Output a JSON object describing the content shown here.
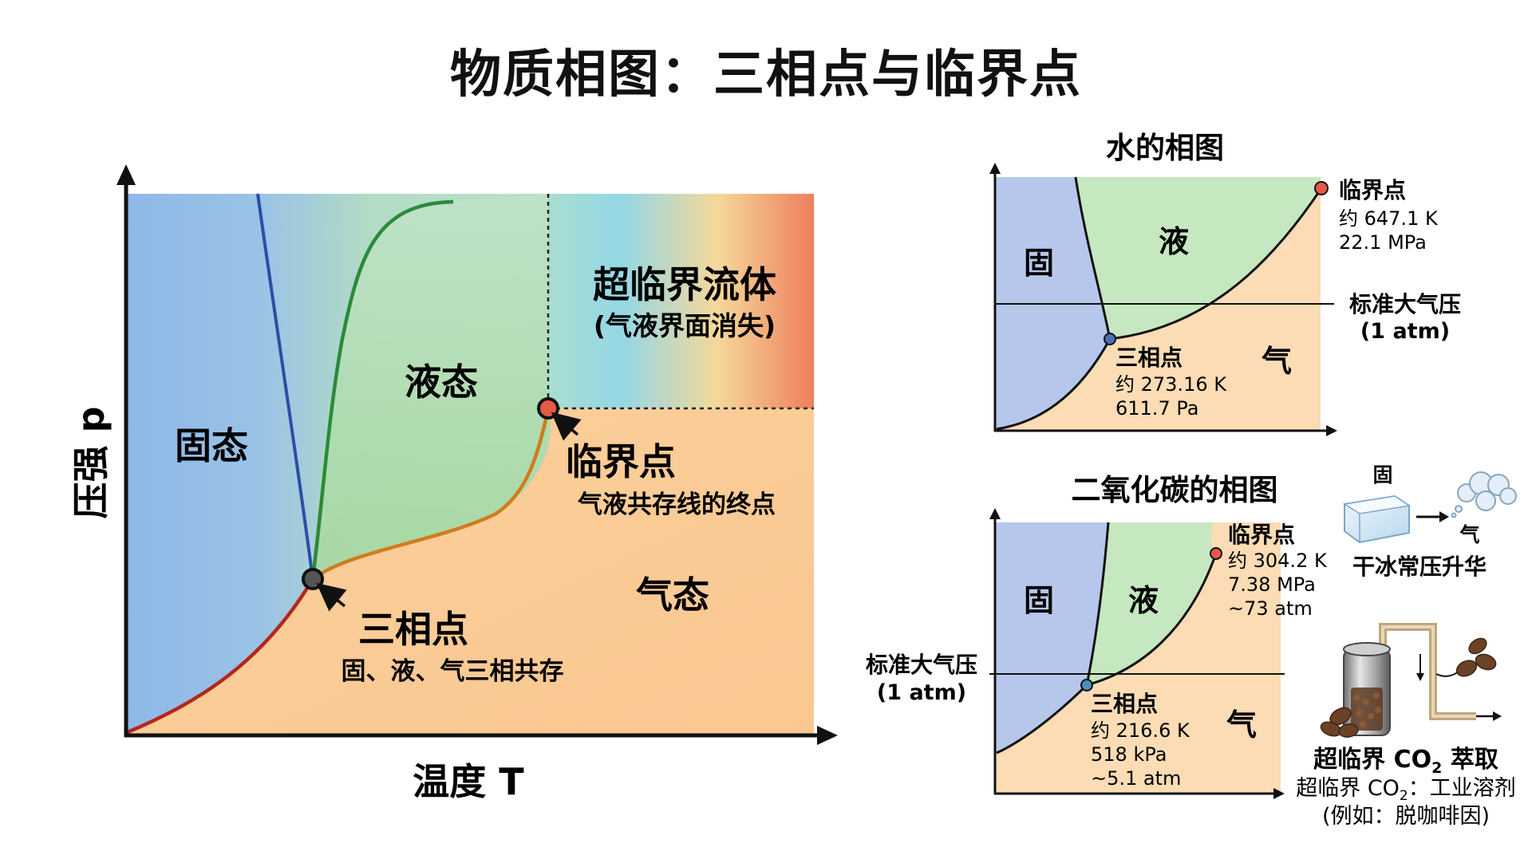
{
  "title": "物质相图：三相点与临界点",
  "main": {
    "y_axis": "压强 p",
    "x_axis": "温度 T",
    "regions": {
      "solid": "固态",
      "liquid": "液态",
      "gas": "气态",
      "supercritical": "超临界流体",
      "supercritical_note": "(气液界面消失)"
    },
    "triple_point": {
      "label": "三相点",
      "desc": "固、液、气三相共存"
    },
    "critical_point": {
      "label": "临界点",
      "desc": "气液共存线的终点"
    }
  },
  "water": {
    "title": "水的相图",
    "solid": "固",
    "liquid": "液",
    "gas": "气",
    "critical": {
      "label": "临界点",
      "temp": "约 647.1 K",
      "pressure": "22.1 MPa"
    },
    "triple": {
      "label": "三相点",
      "temp": "约 273.16 K",
      "pressure": "611.7 Pa"
    },
    "atm_label": "标准大气压",
    "atm_value": "(1 atm)"
  },
  "co2": {
    "title": "二氧化碳的相图",
    "solid": "固",
    "liquid": "液",
    "gas": "气",
    "critical": {
      "label": "临界点",
      "temp": "约 304.2 K",
      "pressure": "7.38 MPa",
      "atm": "~73 atm"
    },
    "triple": {
      "label": "三相点",
      "temp": "约 216.6 K",
      "pressure": "518 kPa",
      "atm": "~5.1 atm"
    },
    "atm_label": "标准大气压",
    "atm_value": "(1 atm)"
  },
  "dry_ice": {
    "solid_label": "固",
    "gas_label": "气",
    "caption": "干冰常压升华"
  },
  "extraction": {
    "caption_main": "超临界 CO",
    "caption_sub": "2",
    "caption_end": " 萃取",
    "line1_main": "超临界 CO",
    "line1_sub": "2",
    "line1_end": "：工业溶剂",
    "line2": "(例如：脱咖啡因)"
  },
  "colors": {
    "solid_blue": "#8db8e8",
    "liquid_green": "#a9d9a6",
    "gas_orange": "#fbcd97",
    "supercritical_cyan": "#8fd3e8",
    "supercritical_red": "#ee7a5b",
    "fusion_line": "#2b4fa5",
    "boiling_line": "#d07c1e",
    "sublimation_line": "#b3261e",
    "metastable_green": "#2a8a3c",
    "critical_point": "#e55a45",
    "triple_point": "#555555",
    "small_solid": "#b7c7ec",
    "small_liquid": "#c6e8c0",
    "small_gas": "#fbdcb4"
  }
}
